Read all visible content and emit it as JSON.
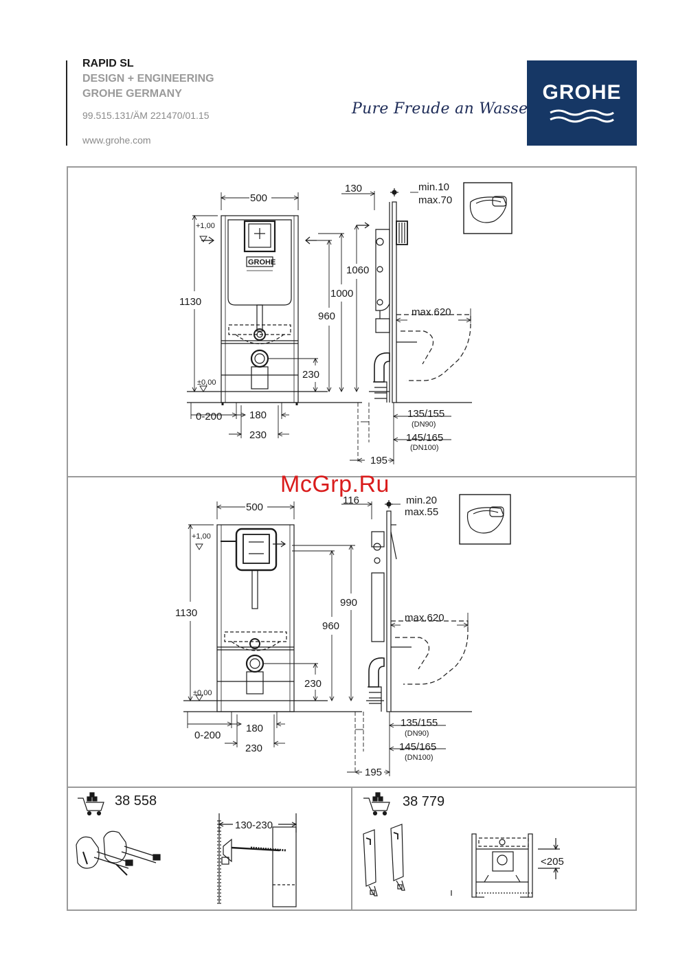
{
  "header": {
    "title": "RAPID SL",
    "line1": "DESIGN + ENGINEERING",
    "line2": "GROHE GERMANY",
    "code": "99.515.131/ÄM 221470/01.15",
    "website": "www.grohe.com",
    "slogan": "Pure Freude an Wasser",
    "logo": "GROHE",
    "logo_color": "#163765"
  },
  "watermark": "McGrp.Ru",
  "top_drawing": {
    "width": "500",
    "height": "1130",
    "lev_plus": "+1,00",
    "lev_zero": "±0,00",
    "d1000": "1000",
    "d960": "960",
    "d230": "230",
    "d0200": "0-200",
    "d180": "180",
    "d230b": "230",
    "d130": "130",
    "minmax_a": "min.10",
    "minmax_b": "max.70",
    "d1060": "1060",
    "max620": "max.620",
    "d135": "135/155",
    "dn90": "(DN90)",
    "d145": "145/165",
    "dn100": "(DN100)",
    "d195": "195",
    "cistern_logo": "GROHE"
  },
  "bottom_drawing": {
    "width": "500",
    "height": "1130",
    "lev_plus": "+1,00",
    "lev_zero": "±0,00",
    "d990": "990",
    "d960": "960",
    "d230": "230",
    "d0200": "0-200",
    "d180": "180",
    "d230b": "230",
    "d116": "116",
    "minmax_a": "min.20",
    "minmax_b": "max.55",
    "max620": "max.620",
    "d135": "135/155",
    "dn90": "(DN90)",
    "d145": "145/165",
    "dn100": "(DN100)",
    "d195": "195"
  },
  "accessories": [
    {
      "article": "38 558",
      "dimension": "130-230"
    },
    {
      "article": "38 779",
      "dimension": "<205"
    }
  ]
}
